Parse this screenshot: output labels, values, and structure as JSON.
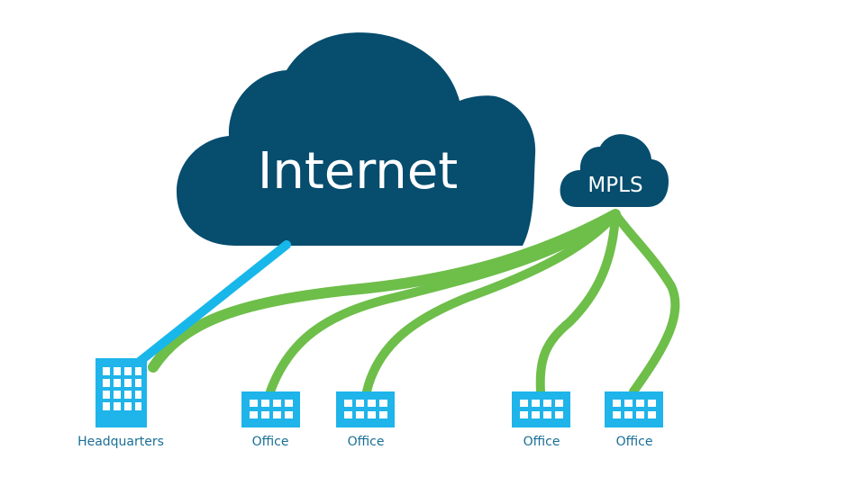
{
  "clouds": {
    "internet": {
      "label": "Internet"
    },
    "mpls": {
      "label": "MPLS"
    }
  },
  "nodes": {
    "headquarters": {
      "label": "Headquarters",
      "icon": "building-icon"
    },
    "offices": [
      {
        "label": "Office",
        "icon": "office-icon"
      },
      {
        "label": "Office",
        "icon": "office-icon"
      },
      {
        "label": "Office",
        "icon": "office-icon"
      },
      {
        "label": "Office",
        "icon": "office-icon"
      }
    ]
  },
  "colors": {
    "cloud": "#064d6e",
    "building": "#1fb4ea",
    "building_window": "#ffffff",
    "internet_link": "#18b7ea",
    "mpls_link": "#6ebe4a",
    "label_text": "#1a6f96"
  }
}
